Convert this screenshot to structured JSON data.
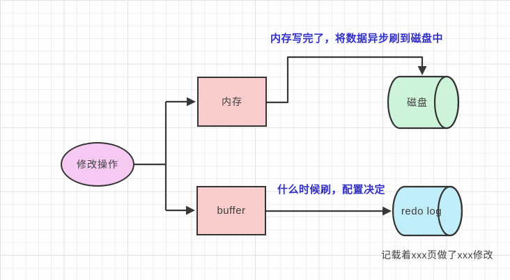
{
  "nodes": {
    "modify_operation": {
      "label": "修改操作"
    },
    "memory": {
      "label": "内存"
    },
    "buffer": {
      "label": "buffer"
    },
    "disk": {
      "label": "磁盘"
    },
    "redo_log": {
      "label": "redo log"
    }
  },
  "annotations": {
    "memory_flush": "内存写完了，将数据异步刷到磁盘中",
    "buffer_flush": "什么时候刷，配置决定",
    "redo_log_note": "记载着xxx页做了xxx修改"
  },
  "colors": {
    "memory_fill": "#f9cdcd",
    "buffer_fill": "#f9cdcd",
    "modify_fill": "#f5c9f2",
    "disk_fill": "#cdf3da",
    "redo_log_fill": "#c0edf8",
    "shape_border": "#333333",
    "connector": "#383838",
    "annotation_text": "#3231c4",
    "note_text": "#414141",
    "label_text": "#3d3d3d",
    "grid_line": "#eeeeee"
  }
}
